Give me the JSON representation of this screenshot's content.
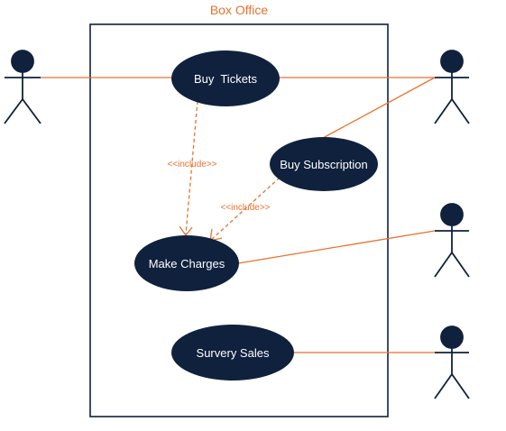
{
  "colors": {
    "ink": "#0f213d",
    "accent": "#e8722f",
    "background": "#ffffff"
  },
  "system": {
    "title": "Box Office"
  },
  "use_cases": {
    "buy_tickets": "Buy  Tickets",
    "buy_subscription": "Buy Subscription",
    "make_charges": "Make Charges",
    "survey_sales": "Survery Sales"
  },
  "relations": {
    "include_1": "<<include>>",
    "include_2": "<<include>>"
  }
}
